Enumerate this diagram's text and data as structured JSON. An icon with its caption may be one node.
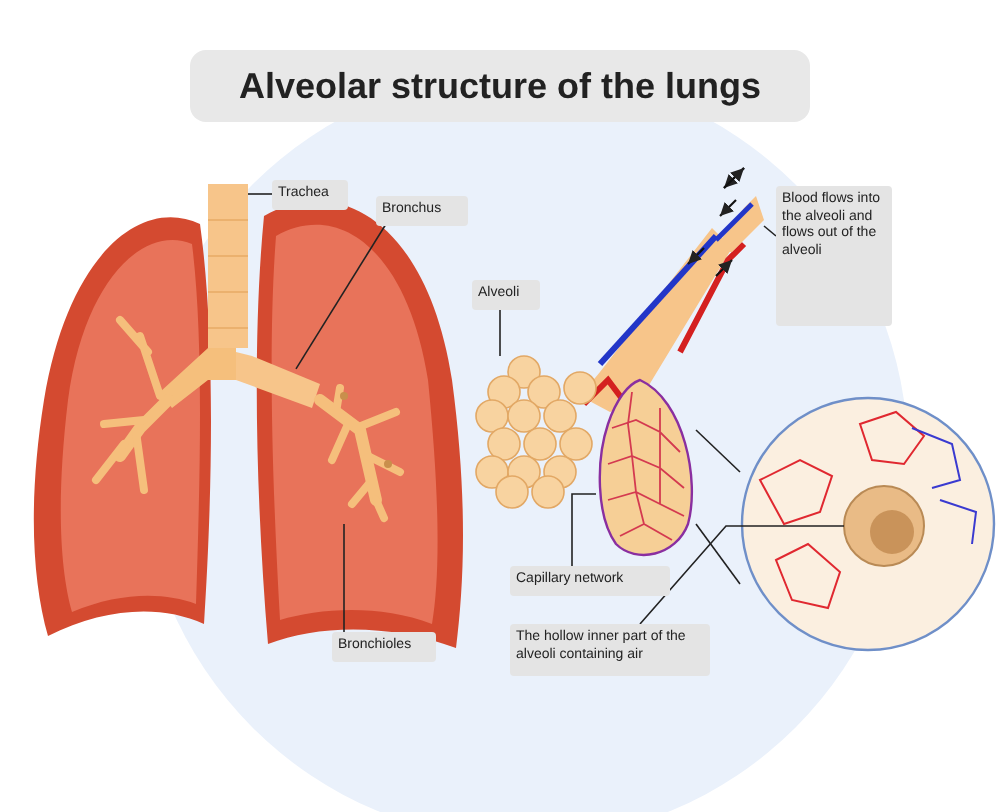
{
  "diagram": {
    "title": "Alveolar structure of the lungs",
    "nodes": [
      {
        "text": [
          "Trachea"
        ]
      },
      {
        "text": [],
        "shape": "picture"
      },
      {
        "text": [
          "Bronchus"
        ]
      },
      {
        "text": [],
        "shape": "picture"
      },
      {
        "text": [
          "Bronchioles"
        ]
      },
      {
        "text": [],
        "shape": "picture"
      },
      {
        "text": [
          "Alveoli"
        ]
      },
      {
        "text": [],
        "shape": "picture"
      },
      {
        "text": [
          "Blood flows into the alveoli and flows out of the alveoli"
        ]
      },
      {
        "text": [],
        "shape": "picture"
      },
      {
        "text": [
          "Capillary network"
        ]
      },
      {
        "text": [],
        "shape": "picture"
      },
      {
        "text": [
          "The hollow inner part of the alveoli containing air"
        ]
      },
      {
        "text": [],
        "shape": "picture"
      },
      {
        "text": [],
        "shape": "picture",
        "in": 13
      }
    ],
    "edges": [
      {
        "from": 0,
        "to": 1,
        "arrow": "none"
      },
      {
        "from": 2,
        "to": 3,
        "arrow": "none"
      },
      {
        "from": 4,
        "to": 5,
        "arrow": "none"
      },
      {
        "from": 6,
        "to": 7,
        "arrow": "none"
      },
      {
        "from": 8,
        "to": 9,
        "arrow": "none"
      },
      {
        "from": 10,
        "to": 11,
        "arrow": "none"
      },
      {
        "from": 12,
        "to": 14,
        "arrow": "none"
      },
      {
        "from": 11,
        "to": 13,
        "arrow": "none"
      },
      {
        "from": 11,
        "to": 13,
        "arrow": "none"
      }
    ]
  }
}
